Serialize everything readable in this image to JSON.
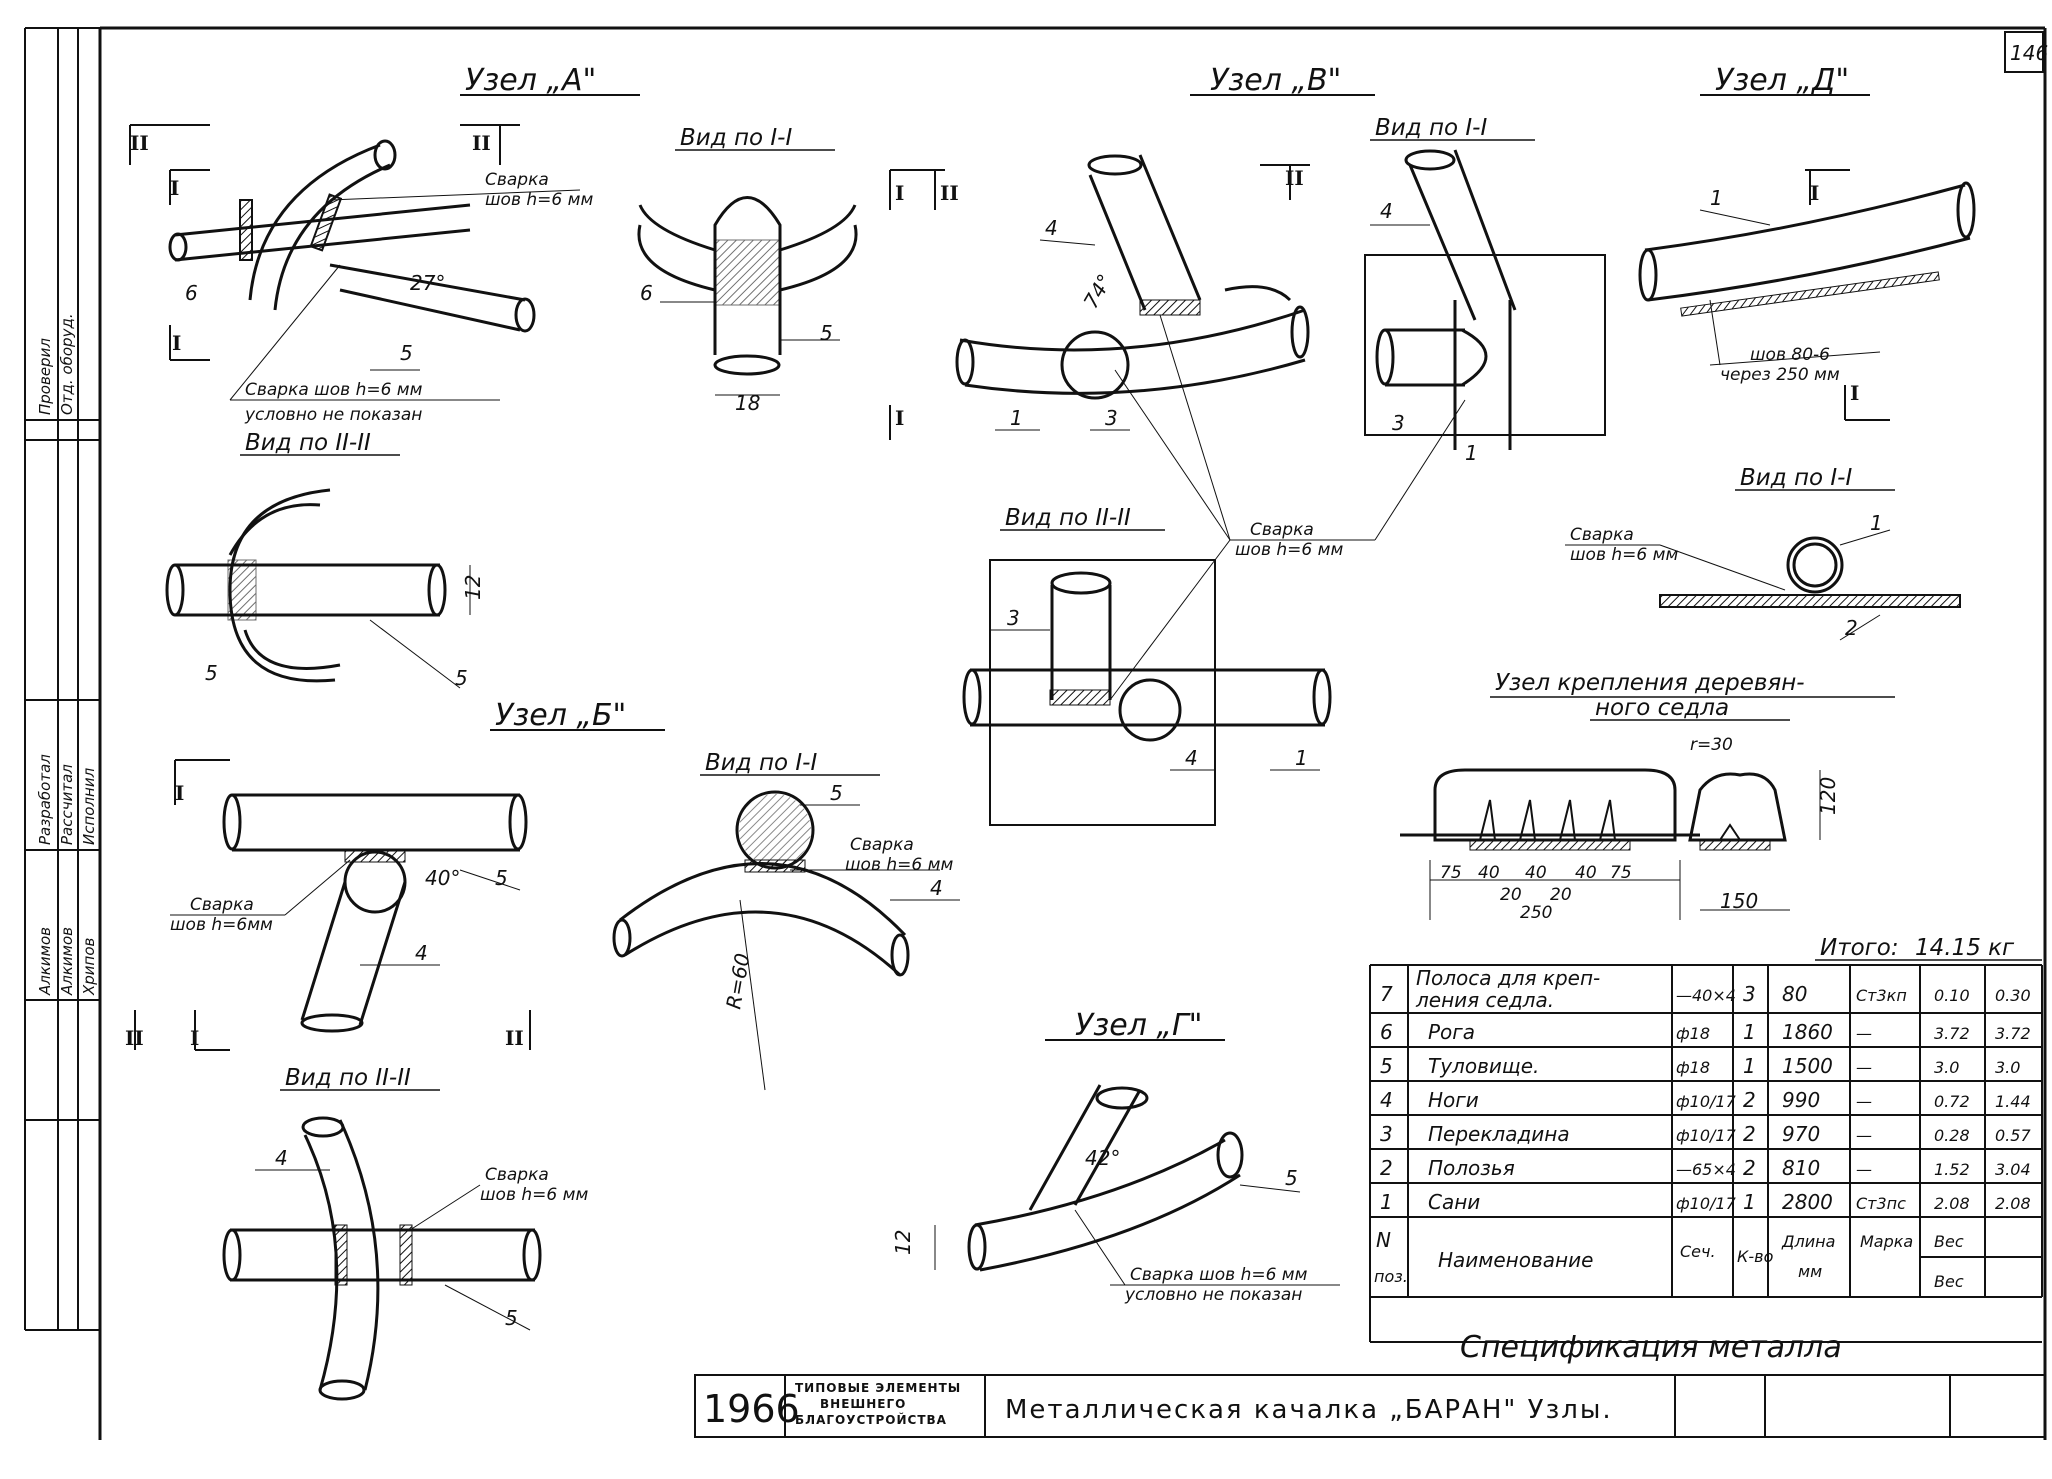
{
  "sheet_number": "146",
  "titles": {
    "node_a": "Узел „А\"",
    "node_b": "Узел „Б\"",
    "node_v": "Узел „В\"",
    "node_g": "Узел „Г\"",
    "node_d": "Узел „Д\"",
    "saddle_line1": "Узел крепления деревян-",
    "saddle_line2": "ного седла"
  },
  "views": {
    "a_view1": "Вид по I-I",
    "a_view2": "Вид по II-II",
    "b_view1": "Вид по I-I",
    "b_view2": "Вид по II-II",
    "v_view1": "Вид по I-I",
    "v_view2": "Вид по II-II",
    "d_view1": "Вид по I-I"
  },
  "section_marks": {
    "i": "I",
    "ii": "II"
  },
  "annotations": {
    "weld_label": "Сварка",
    "weld_seam": "шов h=6 мм",
    "weld_seam_short": "шов h=6мм",
    "weld_seam_full": "Сварка шов h=6 мм",
    "not_shown": "условно не показан",
    "d_seam1": "шов 80-6",
    "d_seam2": "через 250 мм"
  },
  "dimensions": {
    "a_angle": "27°",
    "a_width": "18",
    "a_height": "12",
    "b_angle": "40°",
    "b_radius": "R=60",
    "v_angle": "74°",
    "g_angle": "42°",
    "g_height": "12",
    "saddle_r": "r=30",
    "saddle_h": "120",
    "saddle_w": "150",
    "saddle_row": [
      "75",
      "40",
      "20",
      "40",
      "20",
      "40",
      "75"
    ],
    "saddle_total": "250"
  },
  "parts": {
    "p1": "1",
    "p2": "2",
    "p3": "3",
    "p4": "4",
    "p5": "5",
    "p6": "6"
  },
  "spec": {
    "total_label": "Итого:",
    "total_value": "14.15 кг",
    "rows": [
      {
        "pos": "7",
        "name1": "Полоса для креп-",
        "name2": "ления седла.",
        "section": "—40×4",
        "qty": "3",
        "length": "80",
        "grade": "Ст3кп",
        "unit": "0.10",
        "total": "0.30"
      },
      {
        "pos": "6",
        "name1": "Рога",
        "name2": "",
        "section": "ф18",
        "qty": "1",
        "length": "1860",
        "grade": "—",
        "unit": "3.72",
        "total": "3.72"
      },
      {
        "pos": "5",
        "name1": "Туловище.",
        "name2": "",
        "section": "ф18",
        "qty": "1",
        "length": "1500",
        "grade": "—",
        "unit": "3.0",
        "total": "3.0"
      },
      {
        "pos": "4",
        "name1": "Ноги",
        "name2": "",
        "section": "ф10/17",
        "qty": "2",
        "length": "990",
        "grade": "—",
        "unit": "0.72",
        "total": "1.44"
      },
      {
        "pos": "3",
        "name1": "Перекладина",
        "name2": "",
        "section": "ф10/17",
        "qty": "2",
        "length": "970",
        "grade": "—",
        "unit": "0.28",
        "total": "0.57"
      },
      {
        "pos": "2",
        "name1": "Полозья",
        "name2": "",
        "section": "—65×4",
        "qty": "2",
        "length": "810",
        "grade": "—",
        "unit": "1.52",
        "total": "3.04"
      },
      {
        "pos": "1",
        "name1": "Сани",
        "name2": "",
        "section": "ф10/17",
        "qty": "1",
        "length": "2800",
        "grade": "Ст3пс",
        "unit": "2.08",
        "total": "2.08"
      }
    ],
    "header": {
      "pos1": "N",
      "pos2": "поз.",
      "name": "Наименование",
      "section": "Сеч.",
      "qty": "К-во",
      "length1": "Длина",
      "length2": "мм",
      "grade": "Марка",
      "weight1": "Вес",
      "weight2": "Вес"
    },
    "caption": "Спецификация металла"
  },
  "stamp": {
    "year": "1966",
    "org_line1": "ТИПОВЫЕ ЭЛЕМЕНТЫ",
    "org_line2": "ВНЕШНЕГО",
    "org_line3": "БЛАГОУСТРОЙСТВА",
    "title": "Металлическая качалка „БАРАН\" Узлы."
  },
  "side_stamp": {
    "checked": "Проверил",
    "dept": "Отд. оборуд.",
    "developed": "Разработал",
    "calculated": "Рассчитал",
    "performed": "Исполнил",
    "name1": "Алкимов",
    "name2": "Алкимов",
    "name3": "Хрипов"
  }
}
